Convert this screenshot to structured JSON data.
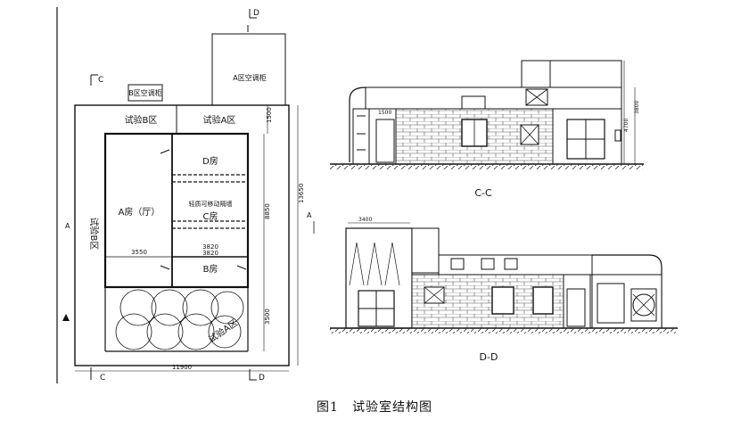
{
  "caption": "图1　试验室结构图",
  "plan": {
    "cut_labels": [
      "D",
      "C",
      "C",
      "D"
    ],
    "b_ac_unit": "B区空调柜",
    "a_ac_unit": "A区空调柜",
    "zone_b_top": "试验B区",
    "zone_a_top": "试验A区",
    "zone_b_left": "试验B区",
    "zone_a_bottom": "试验A区",
    "room_a": "A房（厅）",
    "room_d": "D房",
    "room_c": "C房",
    "room_b": "B房",
    "insulated_board": "轻质可移动隔墙",
    "dim_1500": "1500",
    "dim_8850": "8850",
    "dim_3550": "3550",
    "dim_3820a": "3820",
    "dim_3820b": "3820",
    "dim_3500": "3500",
    "dim_11900": "11900",
    "dim_13650": "13650",
    "arrow_a_right": "A",
    "arrow_a_left": "A"
  },
  "section_cc": {
    "label": "C-C",
    "dim_1500": "1500",
    "dim_4700": "4700",
    "dim_3800": "3800"
  },
  "section_dd": {
    "label": "D-D",
    "dim_3400": "3400"
  }
}
